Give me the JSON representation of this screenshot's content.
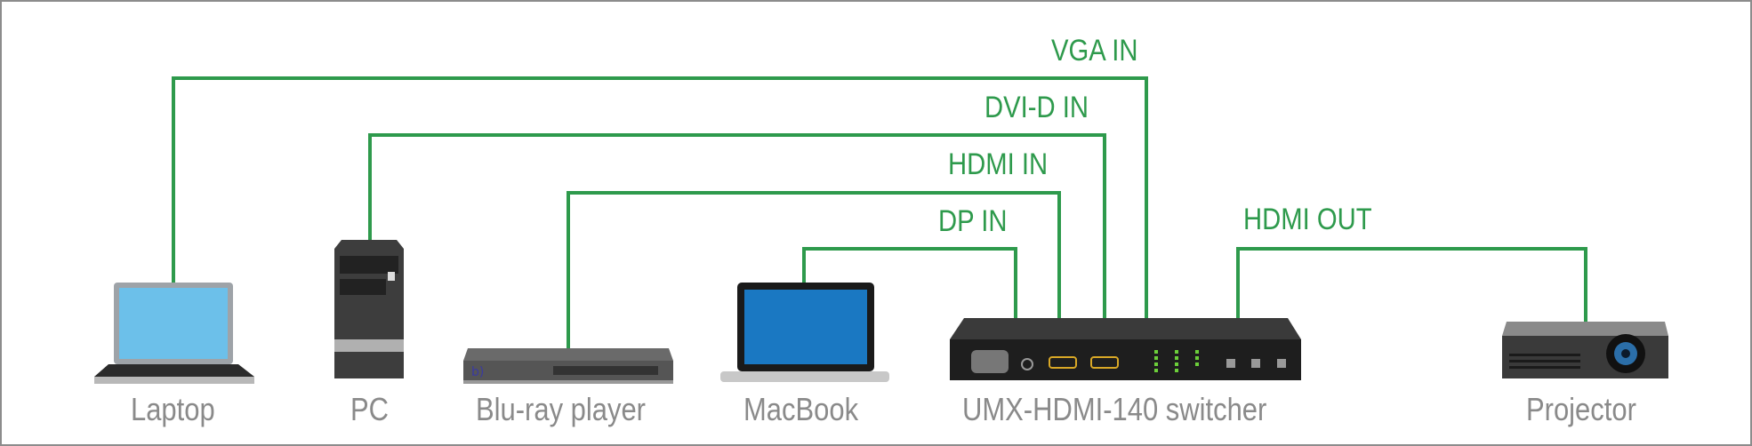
{
  "colors": {
    "cable": "#2e9a4c",
    "label": "#8a8a8a",
    "frame": "#8c8c8c"
  },
  "connections": {
    "vga": "VGA IN",
    "dvi": "DVI-D IN",
    "hdmi": "HDMI IN",
    "dp": "DP IN",
    "out": "HDMI OUT"
  },
  "devices": {
    "laptop": "Laptop",
    "pc": "PC",
    "bluray": "Blu-ray player",
    "macbook": "MacBook",
    "switcher": "UMX-HDMI-140 switcher",
    "projector": "Projector"
  }
}
